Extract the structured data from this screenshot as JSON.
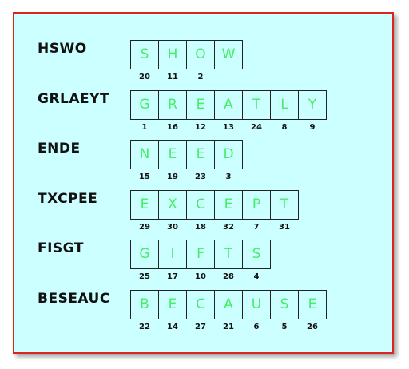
{
  "puzzle": {
    "rows": [
      {
        "scrambled": "HSWO",
        "letters": [
          "S",
          "H",
          "O",
          "W"
        ],
        "numbers": [
          "20",
          "11",
          "2",
          ""
        ]
      },
      {
        "scrambled": "GRLAEYT",
        "letters": [
          "G",
          "R",
          "E",
          "A",
          "T",
          "L",
          "Y"
        ],
        "numbers": [
          "1",
          "16",
          "12",
          "13",
          "24",
          "8",
          "9"
        ]
      },
      {
        "scrambled": "ENDE",
        "letters": [
          "N",
          "E",
          "E",
          "D"
        ],
        "numbers": [
          "15",
          "19",
          "23",
          "3"
        ]
      },
      {
        "scrambled": "TXCPEE",
        "letters": [
          "E",
          "X",
          "C",
          "E",
          "P",
          "T"
        ],
        "numbers": [
          "29",
          "30",
          "18",
          "32",
          "7",
          "31"
        ]
      },
      {
        "scrambled": "FISGT",
        "letters": [
          "G",
          "I",
          "F",
          "T",
          "S"
        ],
        "numbers": [
          "25",
          "17",
          "10",
          "28",
          "4"
        ]
      },
      {
        "scrambled": "BESEAUC",
        "letters": [
          "B",
          "E",
          "C",
          "A",
          "U",
          "S",
          "E"
        ],
        "numbers": [
          "22",
          "14",
          "27",
          "21",
          "6",
          "5",
          "26"
        ]
      }
    ]
  },
  "colors": {
    "panel_background": "#ccffff",
    "panel_border": "#dd2222",
    "answer_letter": "#44ee66"
  }
}
